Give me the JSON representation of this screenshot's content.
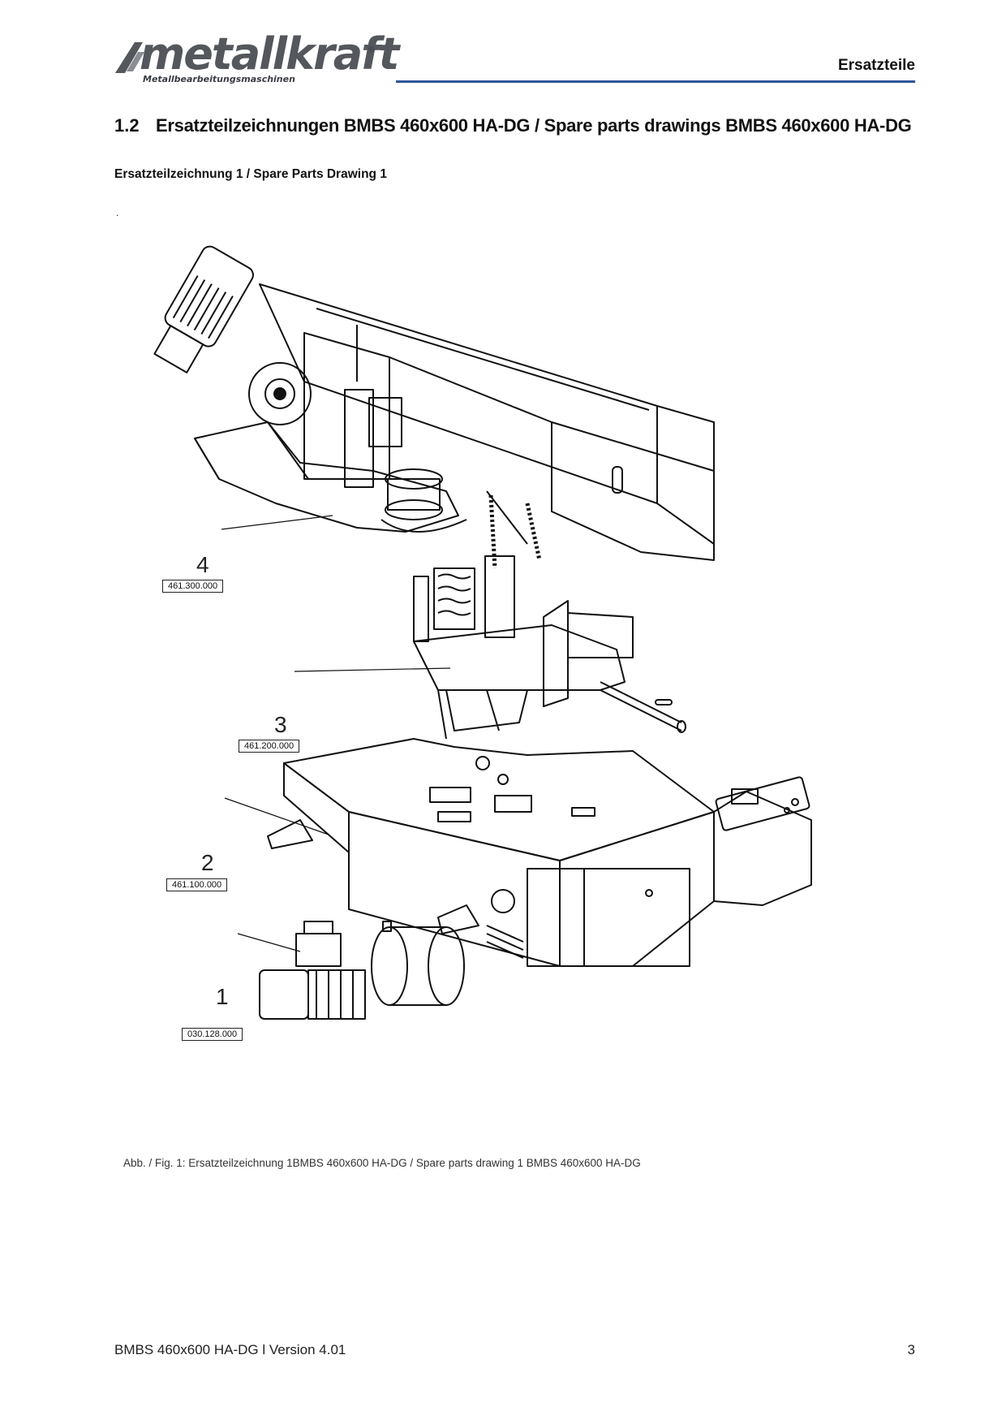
{
  "header": {
    "logo_text": "metallkraft",
    "logo_tagline": "Metallbearbeitungsmaschinen",
    "logo_reg": "®",
    "section": "Ersatzteile"
  },
  "heading": {
    "number": "1.2",
    "title": "Ersatzteilzeichnungen BMBS 460x600 HA-DG / Spare parts drawings BMBS 460x600 HA-DG"
  },
  "subheading": "Ersatzteilzeichnung 1 / Spare Parts Drawing 1",
  "stray_dot": ".",
  "callouts": [
    {
      "number": "4",
      "part_no": "461.300.000"
    },
    {
      "number": "3",
      "part_no": "461.200.000"
    },
    {
      "number": "2",
      "part_no": "461.100.000"
    },
    {
      "number": "1",
      "part_no": "030.128.000"
    }
  ],
  "caption": "Abb. / Fig. 1: Ersatzteilzeichnung 1BMBS 460x600 HA-DG / Spare parts drawing 1 BMBS 460x600 HA-DG",
  "footer": {
    "left": "BMBS 460x600 HA-DG  l Version 4.01",
    "page": "3"
  },
  "colors": {
    "header_rule": "#2f5597",
    "logo": "#54575c"
  }
}
